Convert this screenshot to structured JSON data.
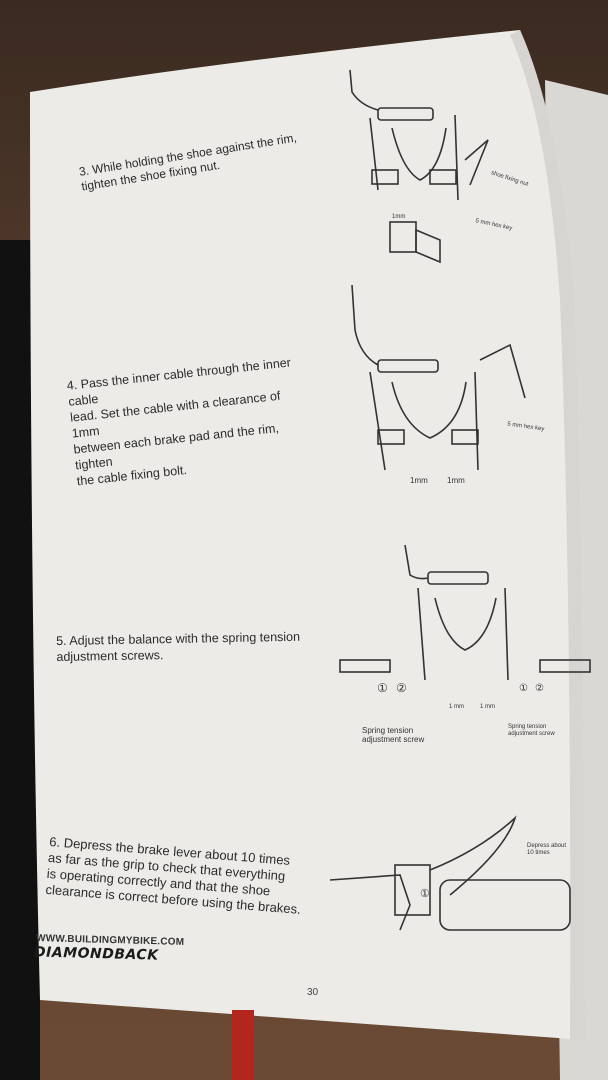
{
  "steps": {
    "step3": "3. While holding the shoe against the rim,\ntighten the shoe fixing nut.",
    "step4": "4. Pass the inner cable through the inner cable\nlead. Set the cable with a clearance of 1mm\nbetween each brake pad and the rim, tighten\nthe cable fixing bolt.",
    "step5": "5. Adjust the balance with the spring tension\nadjustment screws.",
    "step6": "6. Depress the brake lever about 10 times\nas far as the grip to check that everything\nis operating correctly and that the shoe\nclearance is correct before using the brakes."
  },
  "diagram_labels": {
    "shoe_fixing_nut": "shoe fixing nut",
    "hex_key_5mm_a": "5 mm hex key",
    "gap_1mm_top": "1mm",
    "hex_key_5mm_b": "5 mm hex key",
    "clearance_left": "1mm",
    "clearance_right": "1mm",
    "balance_left": "1 mm",
    "balance_right": "1 mm",
    "circle_1_left": "①",
    "circle_2_left": "②",
    "circle_1_right": "①",
    "circle_2_right": "②",
    "spring_left": "Spring tension\nadjustment screw",
    "spring_right": "Spring tension\nadjustment screw",
    "depress_note": "Depress about\n10 times",
    "lever_circle": "①"
  },
  "footer": {
    "url": "WWW.BUILDINGMYBIKE.COM",
    "brand": "DIAMONDBACK",
    "page_number": "30"
  },
  "colors": {
    "paper": "#ecebe8",
    "ink": "#2b2b2b",
    "table": "#5a4030"
  }
}
